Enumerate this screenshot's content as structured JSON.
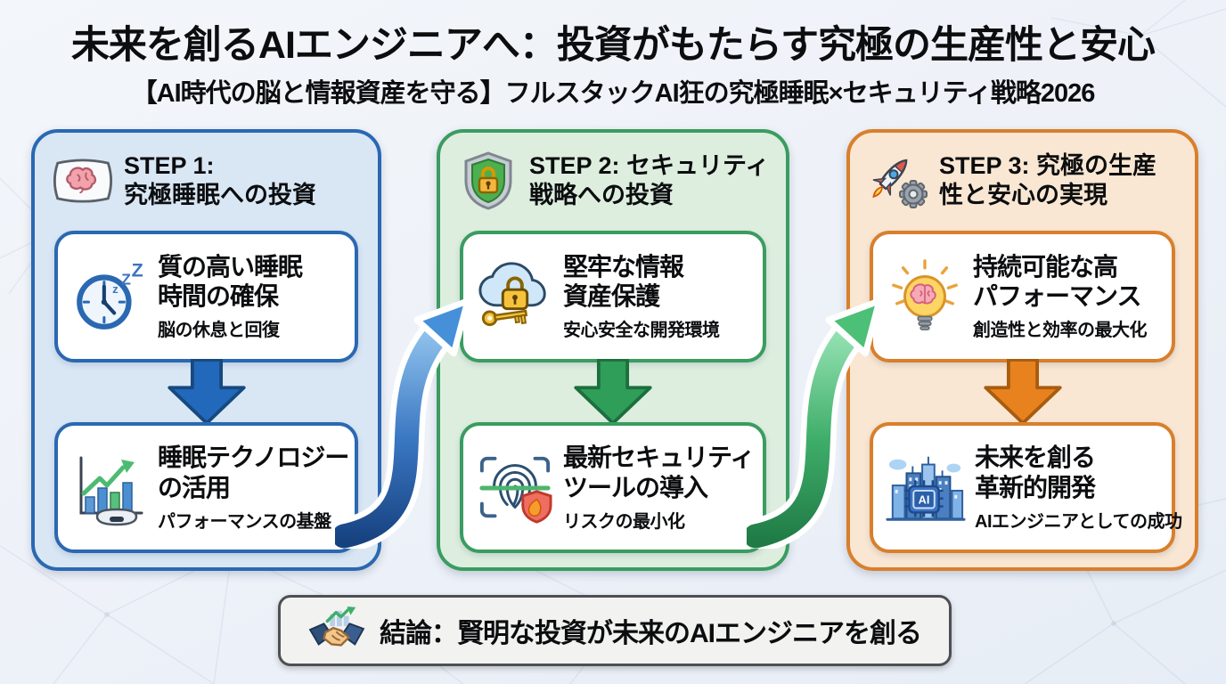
{
  "header": {
    "title": "未来を創るAIエンジニアへ：投資がもたらす究極の生産性と安心",
    "subtitle": "【AI時代の脳と情報資産を守る】フルスタックAI狂の究極睡眠×セキュリティ戦略2026"
  },
  "steps": [
    {
      "step_title_line1": "STEP 1:",
      "step_title_line2": "究極睡眠への投資",
      "icon": "brain-pillow-icon",
      "colors": {
        "border": "#2a68b2",
        "bg": "#d9e7f5",
        "arrow": "#2268bb",
        "arrow_border": "#16497f"
      },
      "cards": [
        {
          "icon": "clock-zzz-icon",
          "title_line1": "質の高い睡眠",
          "title_line2": "時間の確保",
          "subtitle": "脳の休息と回復"
        },
        {
          "icon": "sleep-tech-chart-icon",
          "title_line1": "睡眠テクノロジー",
          "title_line2": "の活用",
          "subtitle": "パフォーマンスの基盤"
        }
      ]
    },
    {
      "step_title_line1": "STEP 2: セキュリティ",
      "step_title_line2": "戦略への投資",
      "icon": "shield-lock-icon",
      "colors": {
        "border": "#3a9c60",
        "bg": "#ddeedf",
        "arrow": "#2f9e58",
        "arrow_border": "#1c6f3d"
      },
      "cards": [
        {
          "icon": "cloud-lock-key-icon",
          "title_line1": "堅牢な情報",
          "title_line2": "資産保護",
          "subtitle": "安心安全な開発環境"
        },
        {
          "icon": "fingerprint-shield-icon",
          "title_line1": "最新セキュリティ",
          "title_line2": "ツールの導入",
          "subtitle": "リスクの最小化"
        }
      ]
    },
    {
      "step_title_line1": "STEP 3: 究極の生産",
      "step_title_line2": "性と安心の実現",
      "icon": "rocket-gear-icon",
      "colors": {
        "border": "#d97f2b",
        "bg": "#f9e7d3",
        "arrow": "#e8821e",
        "arrow_border": "#a85c0e"
      },
      "cards": [
        {
          "icon": "bulb-brain-icon",
          "title_line1": "持続可能な高",
          "title_line2": "パフォーマンス",
          "subtitle": "創造性と効率の最大化"
        },
        {
          "icon": "city-ai-chip-icon",
          "title_line1": "未来を創る",
          "title_line2": "革新的開発",
          "subtitle": "AIエンジニアとしての成功"
        }
      ]
    }
  ],
  "connectors": [
    {
      "icon": "curved-arrow-blue",
      "from": "STEP 1",
      "to": "STEP 2",
      "color_light": "#9fd0f5",
      "color_dark": "#16417f"
    },
    {
      "icon": "curved-arrow-green",
      "from": "STEP 2",
      "to": "STEP 3",
      "color_light": "#a5ecc0",
      "color_dark": "#1f7a45"
    }
  ],
  "conclusion": {
    "icon": "handshake-growth-icon",
    "text": "結論：賢明な投資が未来のAIエンジニアを創る"
  },
  "theme": {
    "page_bg": "#eef2f8",
    "mesh_line": "#93a8c4",
    "conclusion_bg": "#f2f2f0",
    "conclusion_border": "#4d4f52",
    "text_color": "#0c0d0f"
  }
}
